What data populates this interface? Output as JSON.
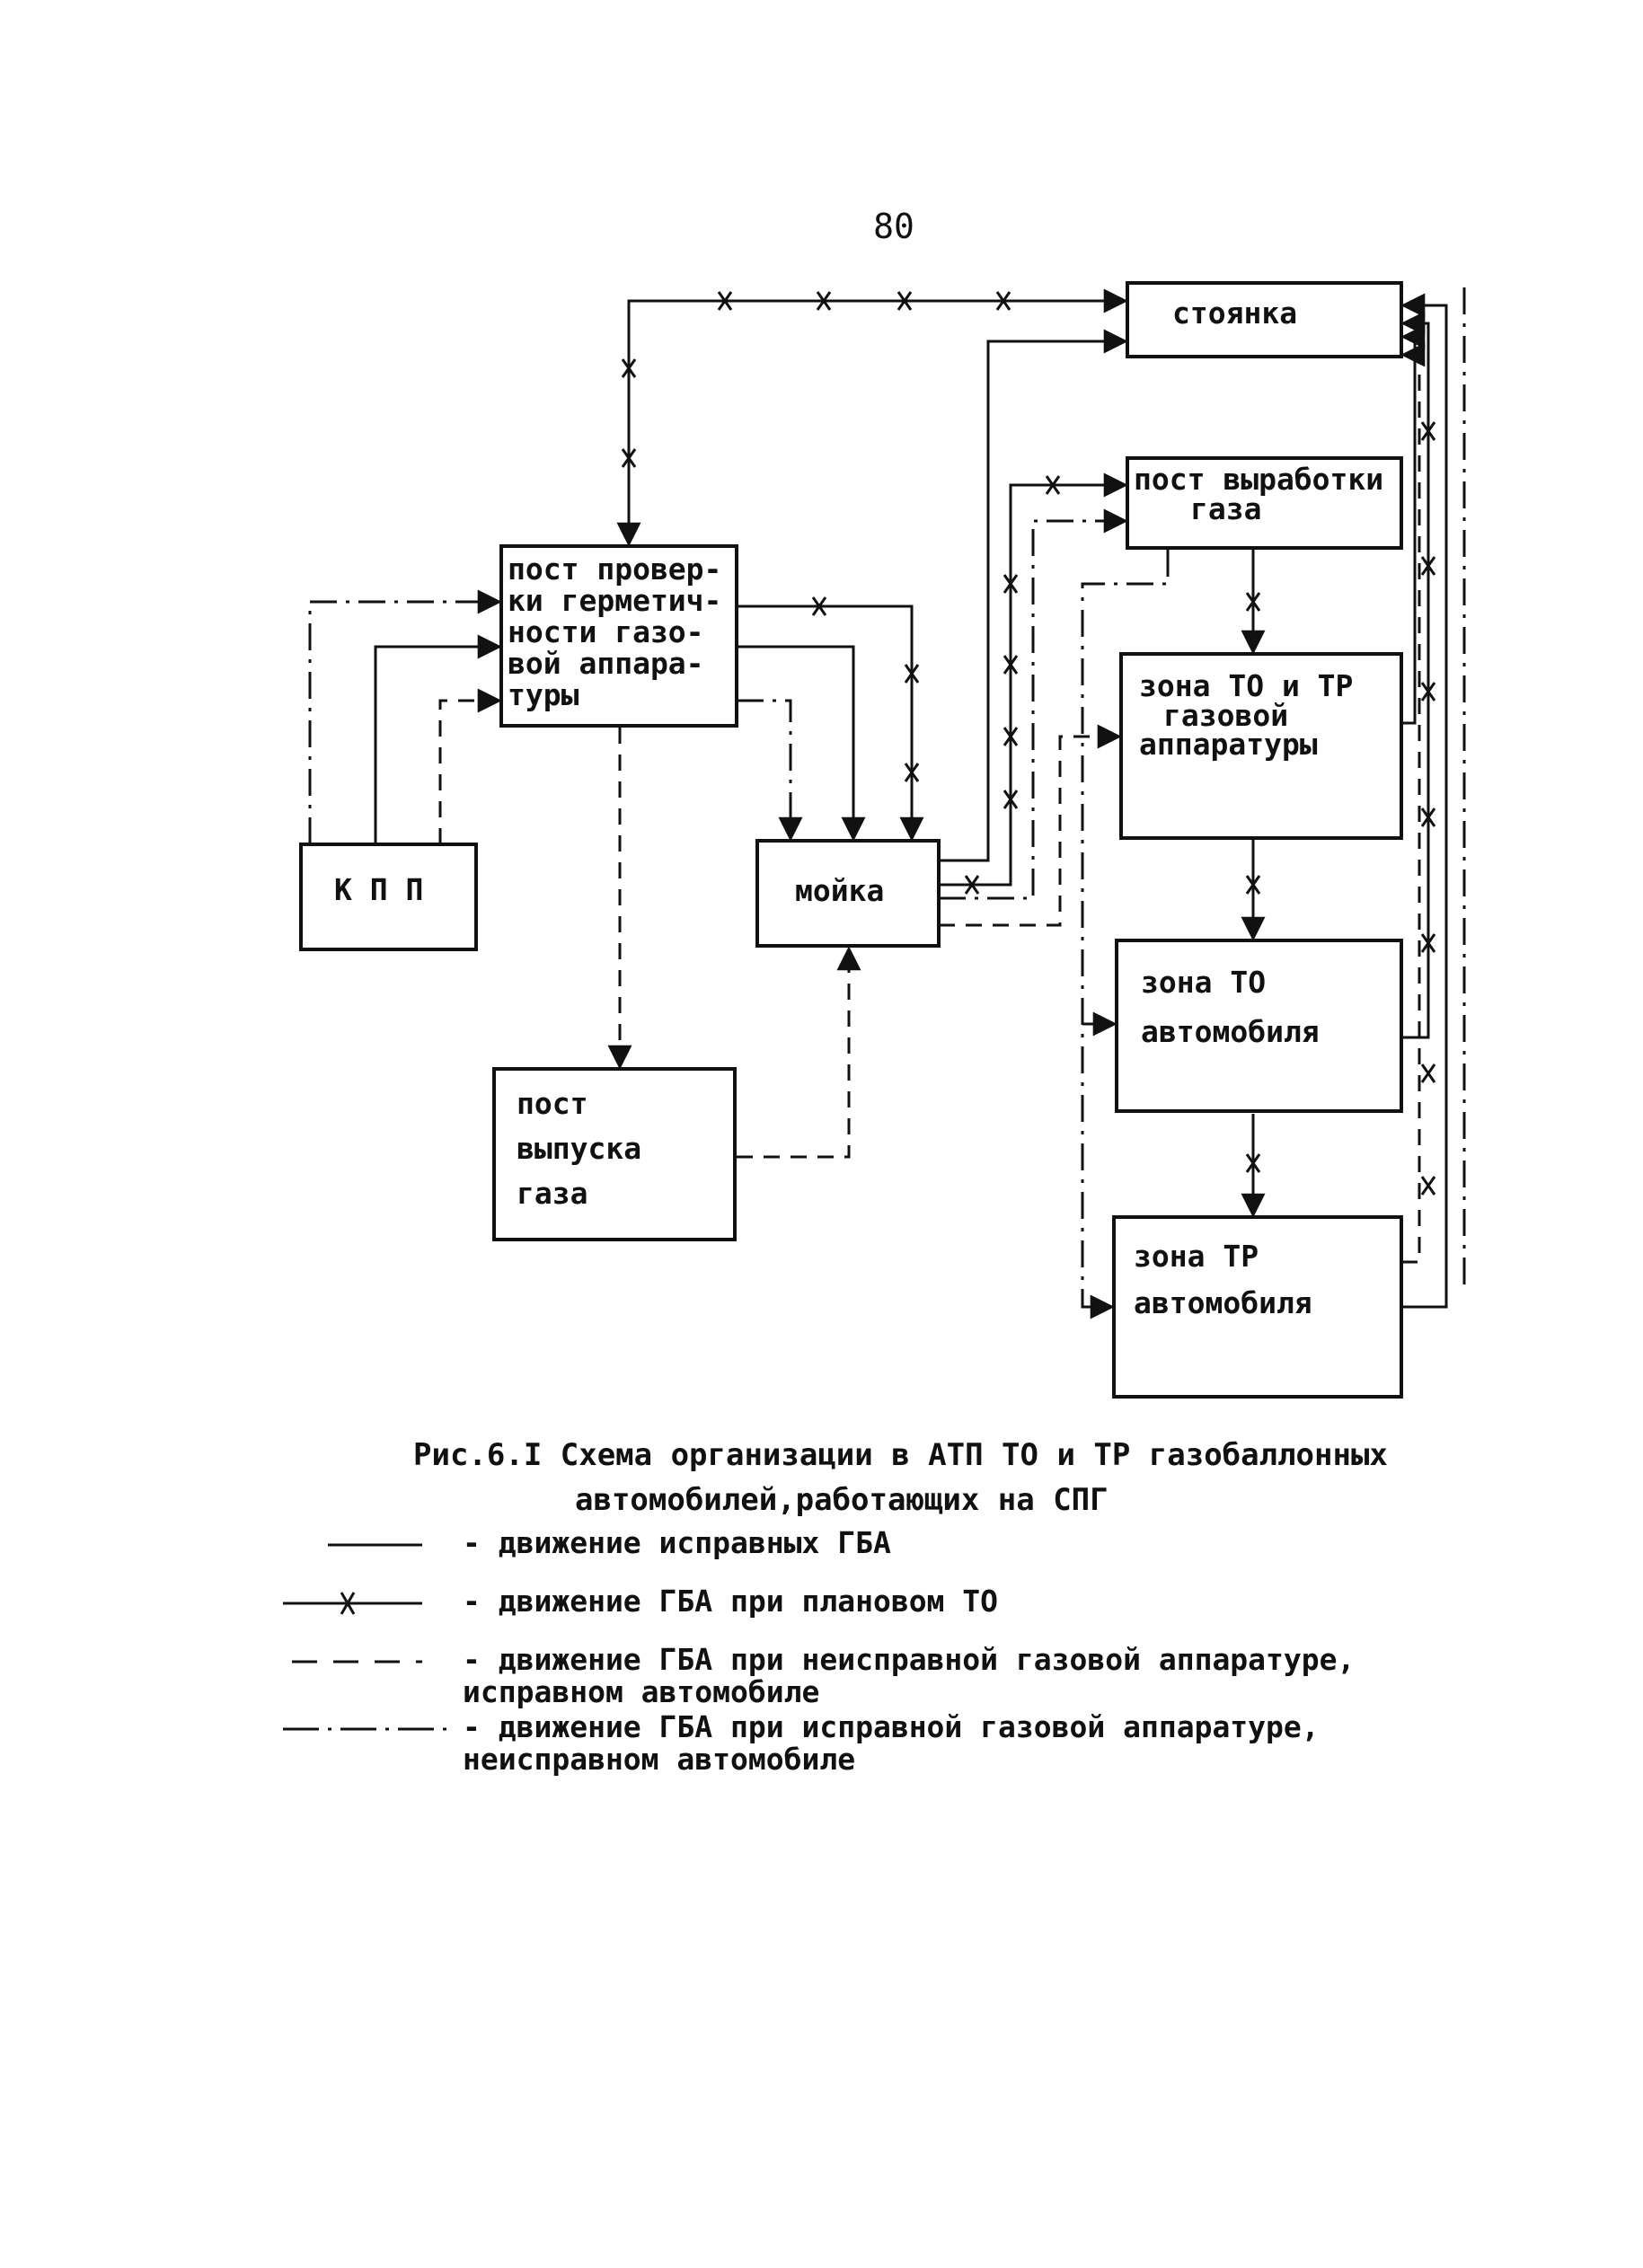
{
  "page_number": "80",
  "boxes": {
    "stoyanka": "стоянка",
    "vyrabotka": [
      "пост выработки",
      "газа"
    ],
    "proverka": [
      "пост провер-",
      "ки герметич-",
      "ности газо-",
      "вой аппара-",
      "туры"
    ],
    "zona_to_tr_gaz": [
      "зона ТО и ТР",
      "газовой",
      "аппаратуры"
    ],
    "kpp": "К П П",
    "moyka": "мойка",
    "zona_to_avto": [
      "зона ТО",
      "автомобиля"
    ],
    "vypusk": [
      "пост",
      "выпуска",
      "газа"
    ],
    "zona_tr_avto": [
      "зона ТР",
      "автомобиля"
    ]
  },
  "caption": {
    "line1": "Рис.6.I Схема организации в АТП ТО и ТР газобаллонных",
    "line2": "автомобилей,работающих на СПГ"
  },
  "legend": [
    {
      "style": "solid",
      "text": "- движение исправных ГБА"
    },
    {
      "style": "cross",
      "text": "- движение ГБА при плановом ТО"
    },
    {
      "style": "dashed",
      "text": "- движение ГБА при неисправной газовой аппаратуре,\n  исправном автомобиле"
    },
    {
      "style": "dashdot",
      "text": "- движение ГБА при исправной газовой аппаратуре,\n  неисправном автомобиле"
    }
  ],
  "colors": {
    "ink": "#111111",
    "paper": "#ffffff"
  }
}
